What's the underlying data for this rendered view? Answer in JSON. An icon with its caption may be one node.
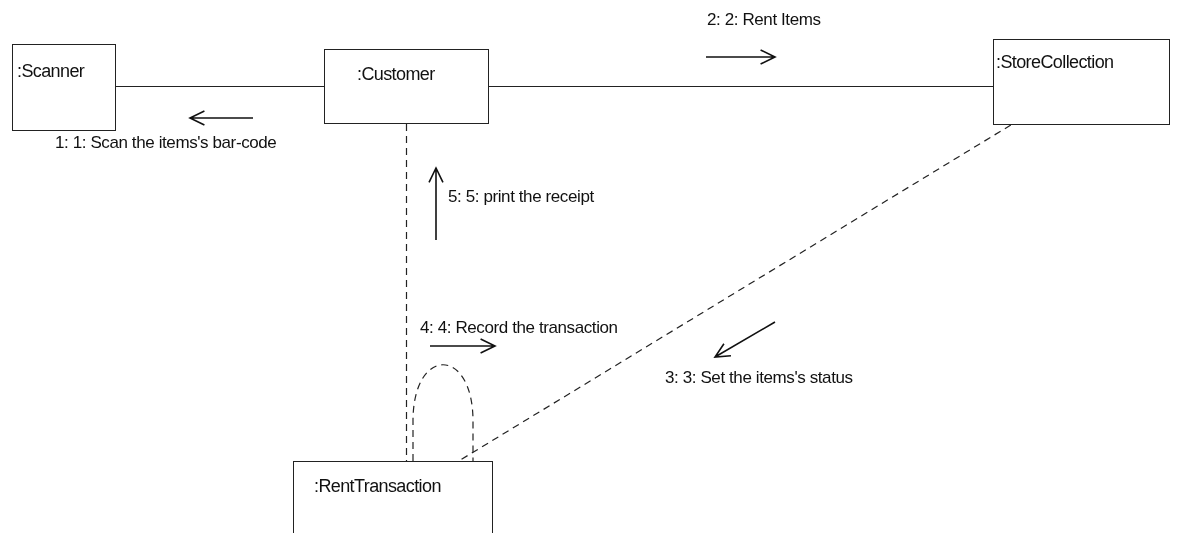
{
  "diagram": {
    "nodes": [
      {
        "text": [
          ":Scanner"
        ]
      },
      {
        "text": [
          ":Customer"
        ]
      },
      {
        "text": [
          ":StoreCollection"
        ]
      },
      {
        "text": [
          ":RentTransaction"
        ]
      }
    ],
    "edges": [
      {
        "from": 1,
        "to": 0,
        "arrow": "none",
        "label": "1: 1: Scan the items's bar-code"
      },
      {
        "from": 1,
        "to": 2,
        "arrow": "none",
        "label": "2: 2: Rent Items"
      },
      {
        "from": 3,
        "to": 1,
        "arrow": "none",
        "style": "dashed",
        "label": "5: 5: print the receipt"
      },
      {
        "from": 2,
        "to": 3,
        "arrow": "none",
        "style": "dashed",
        "label": "3: 3: Set the items's status"
      },
      {
        "from": 3,
        "to": 3,
        "arrow": "none",
        "style": "dashed",
        "label": "4: 4: Record the transaction"
      }
    ]
  }
}
